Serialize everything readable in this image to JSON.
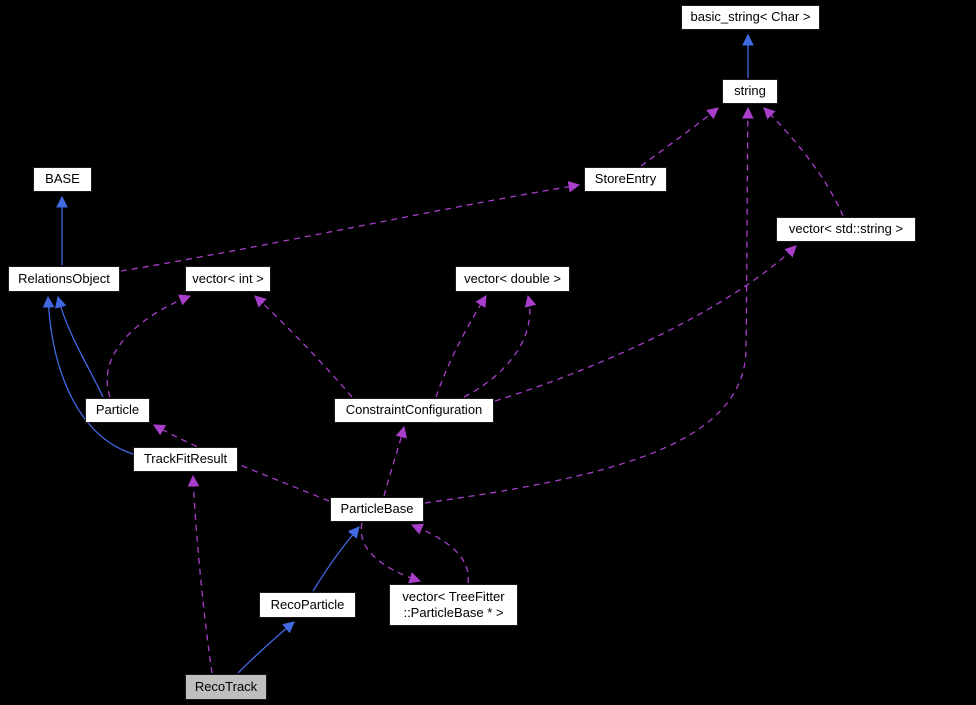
{
  "diagram": {
    "type": "doxygen-collaboration-graph",
    "background_color": "#000000",
    "colors": {
      "node_fill": "#ffffff",
      "node_border": "#1a1a1a",
      "node_text": "#000000",
      "current_node_fill": "#bfbfbf",
      "inheritance_edge": "#4169e1",
      "usage_edge": "#a93ecb"
    },
    "nodes": {
      "basic_string": {
        "label": "basic_string< Char >"
      },
      "string": {
        "label": "string"
      },
      "base": {
        "label": "BASE"
      },
      "store_entry": {
        "label": "StoreEntry"
      },
      "vector_std_string": {
        "label": "vector< std::string >"
      },
      "relations_object": {
        "label": "RelationsObject"
      },
      "vector_int": {
        "label": "vector< int >"
      },
      "vector_double": {
        "label": "vector< double >"
      },
      "particle": {
        "label": "Particle"
      },
      "constraint_configuration": {
        "label": "ConstraintConfiguration"
      },
      "track_fit_result": {
        "label": "TrackFitResult"
      },
      "particle_base": {
        "label": "ParticleBase"
      },
      "reco_particle": {
        "label": "RecoParticle"
      },
      "vector_treefitter_particlebase": {
        "label_line1": "vector< TreeFitter",
        "label_line2": "::ParticleBase * >"
      },
      "reco_track": {
        "label": "RecoTrack"
      }
    },
    "edges": [
      {
        "from": "string",
        "to": "basic_string< Char >",
        "relation": "inheritance"
      },
      {
        "from": "RelationsObject",
        "to": "BASE",
        "relation": "inheritance"
      },
      {
        "from": "Particle",
        "to": "RelationsObject",
        "relation": "inheritance"
      },
      {
        "from": "TrackFitResult",
        "to": "RelationsObject",
        "relation": "inheritance"
      },
      {
        "from": "RecoParticle",
        "to": "ParticleBase",
        "relation": "inheritance"
      },
      {
        "from": "RecoTrack",
        "to": "RecoParticle",
        "relation": "inheritance"
      },
      {
        "from": "StoreEntry",
        "to": "string",
        "relation": "usage"
      },
      {
        "from": "RelationsObject",
        "to": "StoreEntry",
        "relation": "usage"
      },
      {
        "from": "vector< std::string >",
        "to": "string",
        "relation": "usage"
      },
      {
        "from": "Particle",
        "to": "vector< int >",
        "relation": "usage"
      },
      {
        "from": "ConstraintConfiguration",
        "to": "vector< int >",
        "relation": "usage"
      },
      {
        "from": "ConstraintConfiguration",
        "to": "vector< double >",
        "relation": "usage"
      },
      {
        "from": "ConstraintConfiguration",
        "to": "vector< double >",
        "relation": "usage"
      },
      {
        "from": "ConstraintConfiguration",
        "to": "vector< std::string >",
        "relation": "usage"
      },
      {
        "from": "ParticleBase",
        "to": "Particle",
        "relation": "usage"
      },
      {
        "from": "ParticleBase",
        "to": "ConstraintConfiguration",
        "relation": "usage"
      },
      {
        "from": "ParticleBase",
        "to": "string",
        "relation": "usage"
      },
      {
        "from": "ParticleBase",
        "to": "vector< TreeFitter ::ParticleBase * >",
        "relation": "usage"
      },
      {
        "from": "vector< TreeFitter ::ParticleBase * >",
        "to": "ParticleBase",
        "relation": "usage"
      },
      {
        "from": "RecoTrack",
        "to": "TrackFitResult",
        "relation": "usage"
      }
    ]
  }
}
